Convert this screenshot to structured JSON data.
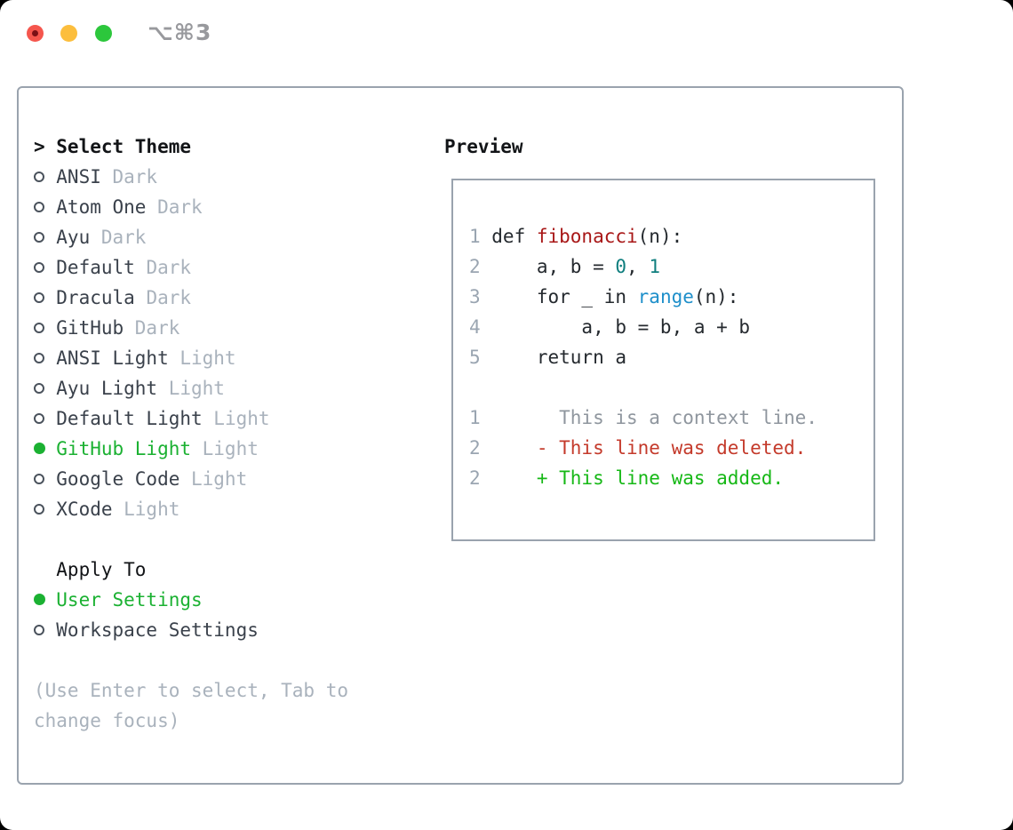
{
  "titlebar": {
    "title": "⌥⌘3"
  },
  "colors": {
    "accent_green": "#1bb132",
    "added_green": "#16b816",
    "deleted_red": "#c43a2b",
    "func_red": "#a81717",
    "num_teal": "#0f7e7e",
    "builtin_blue": "#1e8fca",
    "code_fg": "#24292e",
    "item_fg": "#3a414b",
    "heading": "#121417",
    "muted": "#a9b2bc",
    "gutter": "#9aa5b1",
    "context_gray": "#8f969e",
    "border": "#9aa3ae",
    "titlebar_text": "#98999d",
    "light_red": "#f5564d",
    "light_yellow": "#fcbe3d",
    "light_green": "#2cc73c"
  },
  "left_panel": {
    "prompt_symbol": ">",
    "header": "Select Theme",
    "themes": [
      {
        "name": "ANSI",
        "variant": "Dark",
        "selected": false
      },
      {
        "name": "Atom One",
        "variant": "Dark",
        "selected": false
      },
      {
        "name": "Ayu",
        "variant": "Dark",
        "selected": false
      },
      {
        "name": "Default",
        "variant": "Dark",
        "selected": false
      },
      {
        "name": "Dracula",
        "variant": "Dark",
        "selected": false
      },
      {
        "name": "GitHub",
        "variant": "Dark",
        "selected": false
      },
      {
        "name": "ANSI Light",
        "variant": "Light",
        "selected": false
      },
      {
        "name": "Ayu Light",
        "variant": "Light",
        "selected": false
      },
      {
        "name": "Default Light",
        "variant": "Light",
        "selected": false
      },
      {
        "name": "GitHub Light",
        "variant": "Light",
        "selected": true
      },
      {
        "name": "Google Code",
        "variant": "Light",
        "selected": false
      },
      {
        "name": "XCode",
        "variant": "Light",
        "selected": false
      }
    ],
    "apply_to": {
      "header": "Apply To",
      "options": [
        {
          "label": "User Settings",
          "selected": true
        },
        {
          "label": "Workspace Settings",
          "selected": false
        }
      ]
    },
    "hint": "(Use Enter to select, Tab to change focus)"
  },
  "preview": {
    "header": "Preview",
    "code_lines": [
      {
        "num": "1",
        "tokens": [
          {
            "t": "def ",
            "c": "fg"
          },
          {
            "t": "fibonacci",
            "c": "func"
          },
          {
            "t": "(n):",
            "c": "fg"
          }
        ]
      },
      {
        "num": "2",
        "tokens": [
          {
            "t": "    a, b = ",
            "c": "fg"
          },
          {
            "t": "0",
            "c": "num"
          },
          {
            "t": ", ",
            "c": "fg"
          },
          {
            "t": "1",
            "c": "num"
          }
        ]
      },
      {
        "num": "3",
        "tokens": [
          {
            "t": "    for _ in ",
            "c": "fg"
          },
          {
            "t": "range",
            "c": "builtin"
          },
          {
            "t": "(n):",
            "c": "fg"
          }
        ]
      },
      {
        "num": "4",
        "tokens": [
          {
            "t": "        a, b = b, a + b",
            "c": "fg"
          }
        ]
      },
      {
        "num": "5",
        "tokens": [
          {
            "t": "    return a",
            "c": "fg"
          }
        ]
      }
    ],
    "diff_lines": [
      {
        "num": "1",
        "tokens": [
          {
            "t": "      This is a context line.",
            "c": "context"
          }
        ]
      },
      {
        "num": "2",
        "tokens": [
          {
            "t": "    - This line was deleted.",
            "c": "deleted"
          }
        ]
      },
      {
        "num": "2",
        "tokens": [
          {
            "t": "    + This line was added.",
            "c": "added"
          }
        ]
      }
    ]
  }
}
